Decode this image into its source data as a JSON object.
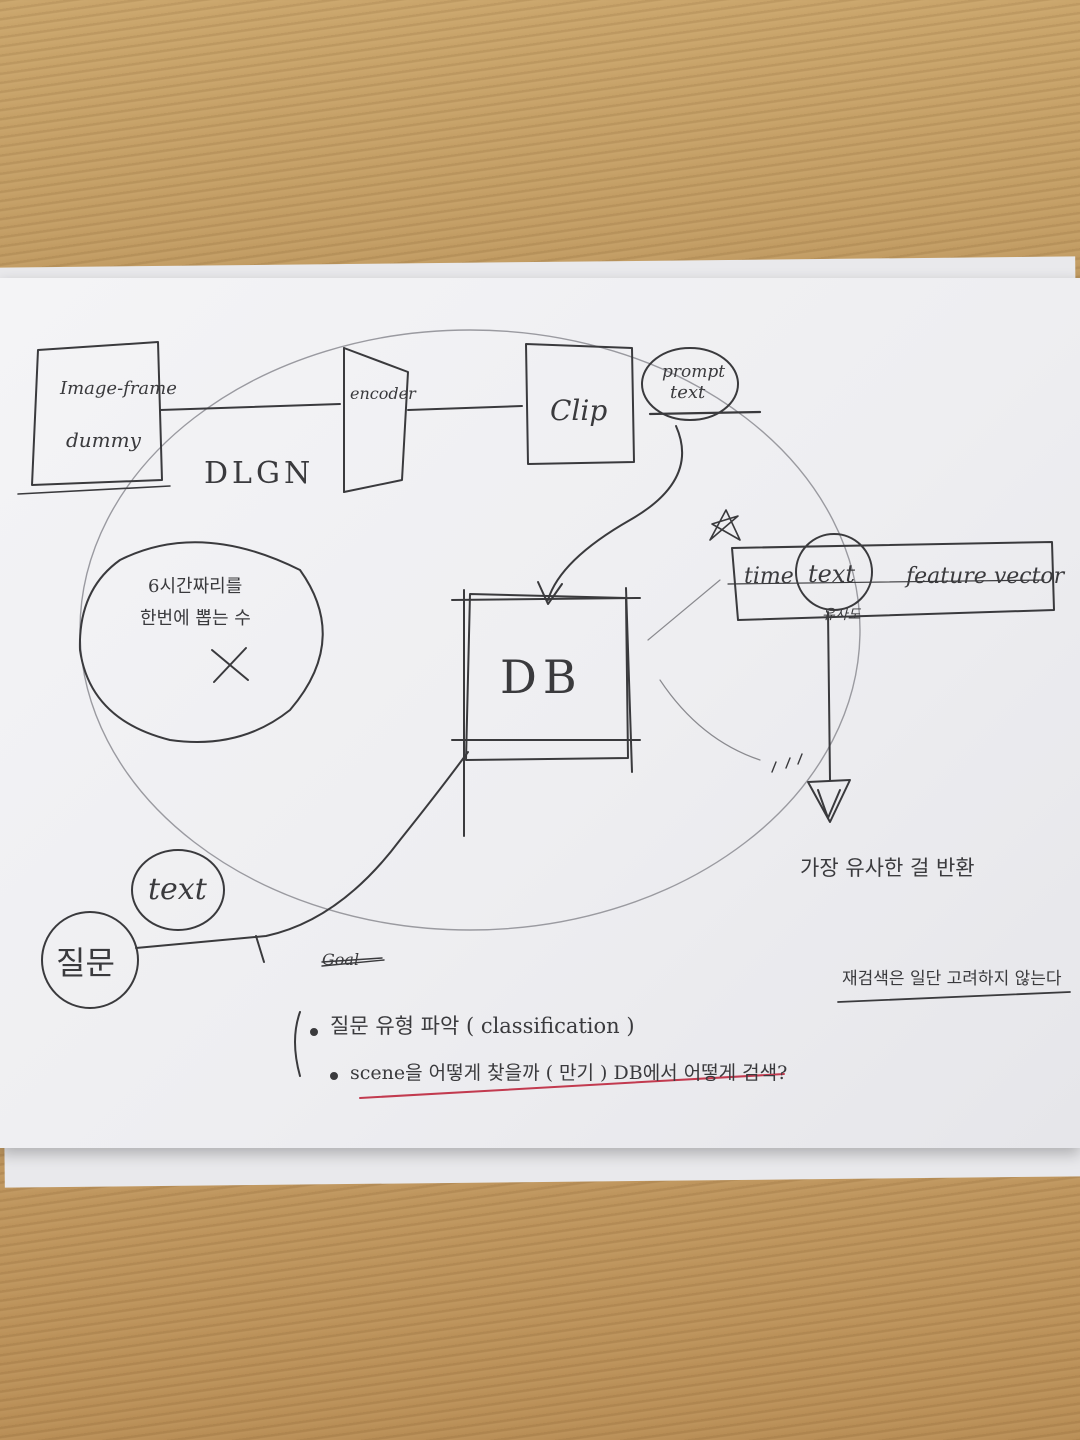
{
  "diagram": {
    "image_frame_label": "Image-frame",
    "dummy_label": "dummy",
    "dlgn_label": "DLGN",
    "encoder_label": "encoder",
    "clip_label": "Clip",
    "prompt_label": "prompt",
    "text_label_1": "text",
    "db_label": "DB",
    "time_label": "time",
    "text_label_2": "text",
    "feature_vector_label": "feature vector",
    "sub_note": "유사도",
    "circle_note_line1": "6시간짜리를",
    "circle_note_line2": "한번에 뽑는 수",
    "text_label_3": "text",
    "question_label": "질문",
    "most_similar_note": "가장 유사한 걸 반환",
    "retrieve_note": "재검색은 일단 고려하지 않는다",
    "crossed_word": "Goal",
    "bullet_1": "질문 유형 파악 ( classification )",
    "bullet_2": "scene을 어떻게 찾을까 ( 만기 ) DB에서 어떻게 검색?"
  },
  "colors": {
    "pencil": "#3a3a3d",
    "faint_pencil": "#8a8a8f",
    "red_underline": "#c23a4f"
  }
}
